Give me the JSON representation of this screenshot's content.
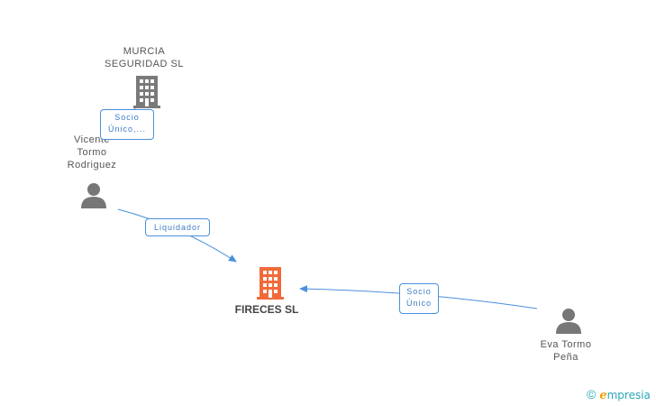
{
  "colors": {
    "edge": "#4a8fdc",
    "company_icon": "#7a7a7a",
    "main_company_icon": "#f26a3a",
    "person_icon": "#777777"
  },
  "nodes": {
    "murcia": {
      "lines": [
        "MURCIA",
        "SEGURIDAD SL"
      ],
      "icon": "building-icon"
    },
    "vicente": {
      "lines": [
        "Vicente",
        "Tormo",
        "Rodriguez"
      ],
      "icon": "person-icon"
    },
    "fireces": {
      "lines": [
        "FIRECES SL"
      ],
      "icon": "building-icon"
    },
    "eva": {
      "lines": [
        "Eva Tormo",
        "Peña"
      ],
      "icon": "person-icon"
    }
  },
  "edges": {
    "murcia_vicente": {
      "lines": [
        "Socio",
        "Único,..."
      ]
    },
    "vicente_fireces": {
      "lines": [
        "Liquidador"
      ]
    },
    "eva_fireces": {
      "lines": [
        "Socio",
        "Único"
      ]
    }
  },
  "watermark": {
    "symbol": "©",
    "brand_initial": "e",
    "brand_rest": "mpresia"
  }
}
